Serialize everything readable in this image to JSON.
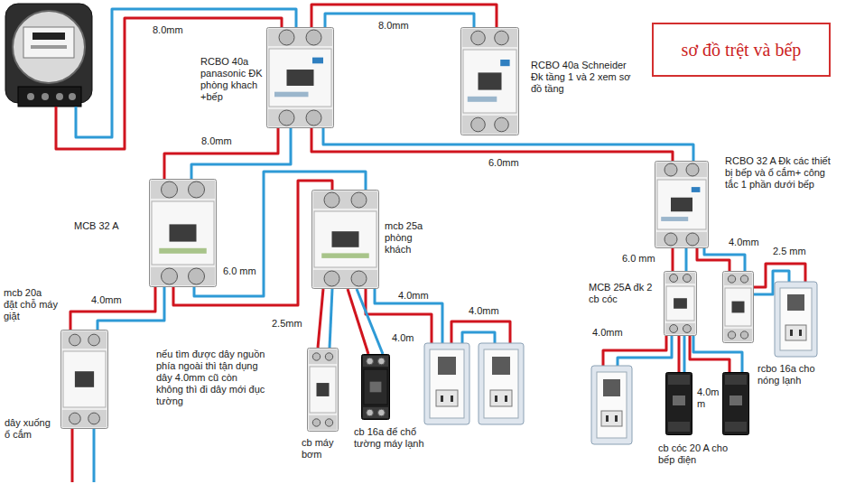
{
  "diagram": {
    "title": "sơ đồ trệt và bếp",
    "nodes": [
      {
        "text": [
          "RCBO 40a panasonic ĐK phòng khach +bếp"
        ]
      },
      {
        "text": [
          "RCBO 40a Schneider Đk tầng 1 và 2 xem sơ đồ tầng"
        ]
      },
      {
        "text": [
          "MCB 32 A"
        ]
      },
      {
        "text": [
          "mcb 25a phòng khách"
        ]
      },
      {
        "text": [
          "RCBO 32 A Đk các thiết bị bếp và ổ cắm+ công tắc 1 phần dưới bếp"
        ]
      },
      {
        "text": [
          "MCB 25A đk 2 cb cóc"
        ]
      },
      {
        "text": [
          "rcbo 16a cho nóng lạnh"
        ]
      },
      {
        "text": [
          "mcb 20a đặt chỗ máy giặt"
        ]
      },
      {
        "text": [
          "cb máy bơm"
        ]
      },
      {
        "text": [
          "cb 16a để chổ tường máy lạnh"
        ]
      }
    ],
    "edges": [
      {
        "from": 0,
        "to": 1,
        "label": "8.0mm",
        "arrow": "none"
      },
      {
        "from": 0,
        "to": 2,
        "label": "8.0mm",
        "arrow": "none"
      },
      {
        "from": 0,
        "to": 4,
        "label": "6.0mm",
        "arrow": "none"
      },
      {
        "from": 2,
        "to": 3,
        "label": "6.0 mm",
        "arrow": "none"
      },
      {
        "from": 4,
        "to": 5,
        "label": "6.0 mm",
        "arrow": "none"
      },
      {
        "from": 4,
        "to": 6,
        "label": "4.0mm",
        "arrow": "none"
      },
      {
        "from": 2,
        "to": 7,
        "label": "4.0mm",
        "arrow": "none"
      },
      {
        "from": 3,
        "to": 8,
        "label": "2.5mm",
        "arrow": "none"
      },
      {
        "from": 3,
        "to": 9,
        "label": "4.0m",
        "arrow": "none"
      }
    ],
    "labels": [
      "8.0mm",
      "4.0mm",
      "4.0mm",
      "2.5 mm",
      "4.0mm",
      "nếu tìm được dây nguồn phía ngoài thì tận dụng dây 4.0mm cũ còn không thì đi dây mới đục tường",
      "dây xuống ổ cắm",
      "4.0m m",
      "cb cóc 20 A cho bếp điện"
    ]
  }
}
